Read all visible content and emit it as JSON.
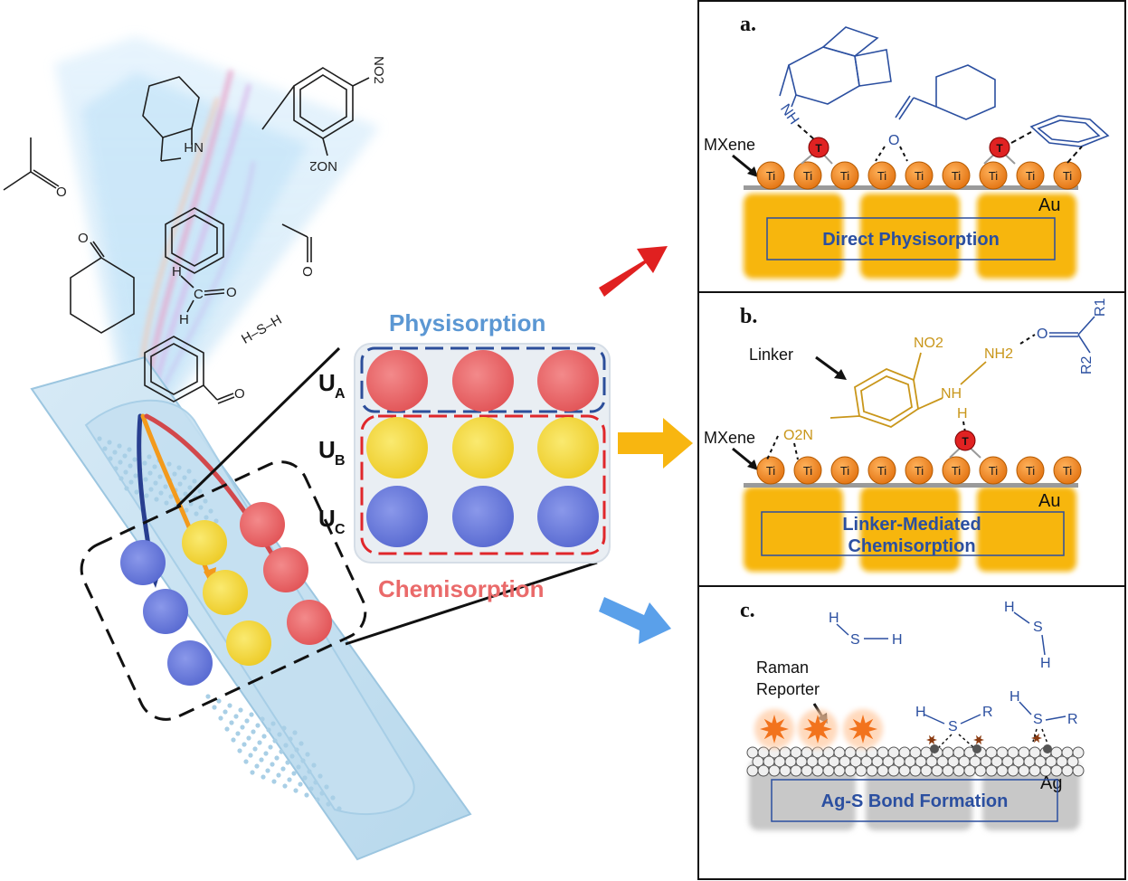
{
  "center": {
    "physisorption_label": "Physisorption",
    "chemisorption_label": "Chemisorption",
    "rows": [
      {
        "letter": "U",
        "sub": "A"
      },
      {
        "letter": "U",
        "sub": "B"
      },
      {
        "letter": "U",
        "sub": "C"
      }
    ]
  },
  "molecules": {
    "indole_nh": "NH",
    "nitro_1": "NO2",
    "nitro_2": "NO2",
    "formaldehyde_h1": "H",
    "formaldehyde_c": "C",
    "formaldehyde_o": "O",
    "formaldehyde_h2": "H",
    "h2s": "H–S–H",
    "o_label": "O"
  },
  "panel_a": {
    "letter": "a.",
    "mxene_label": "MXene",
    "metal": "Au",
    "box_text": "Direct Physisorption",
    "ti_label": "Ti",
    "t_label": "T",
    "nh_label": "NH",
    "o_label": "O"
  },
  "panel_b": {
    "letter": "b.",
    "linker_label": "Linker",
    "mxene_label": "MXene",
    "metal": "Au",
    "box_text_line1": "Linker-Mediated",
    "box_text_line2": "Chemisorption",
    "no2_label": "NO2",
    "o2n_label": "O2N",
    "nh_label": "NH",
    "nh2_label": "NH2",
    "h_label": "H",
    "o_label": "O",
    "r1_label": "R1",
    "r2_label": "R2"
  },
  "panel_c": {
    "letter": "c.",
    "reporter_line1": "Raman",
    "reporter_line2": "Reporter",
    "metal": "Ag",
    "box_text": "Ag-S Bond Formation",
    "h_label": "H",
    "s_label": "S",
    "r_label": "R"
  },
  "colors": {
    "red_spot": "#e8585a",
    "yellow_spot": "#f2d224",
    "blue_spot": "#5b6fd6",
    "arrow_red": "#e02020",
    "arrow_yellow": "#f8b610",
    "arrow_blue": "#5aa0ea",
    "ti_orange": "#f08a1c",
    "au_gold": "#f7b60c",
    "ag_gray": "#c8c8c8",
    "physisorption_text": "#5b97d3",
    "chemisorption_text": "#ea6a6a"
  }
}
